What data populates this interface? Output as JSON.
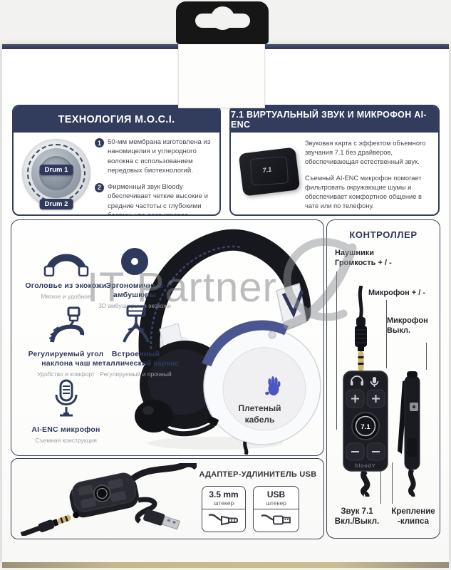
{
  "moci_panel": {
    "title": "ТЕХНОЛОГИЯ M.O.C.I.",
    "drum_labels": [
      "Drum 1",
      "Drum 2"
    ],
    "bullets": [
      {
        "num": "1",
        "text": "50-мм мембрана изготовлена из наномицелия и углеродного волокна с использованием передовых биотехнологий."
      },
      {
        "num": "2",
        "text": "Фирменный звук Bloody обеспечивает четкие высокие и средние частоты с глубокими басами, что дает игровое преимущество."
      }
    ]
  },
  "surround_panel": {
    "title": "7.1 ВИРТУАЛЬНЫЙ ЗВУК И МИКРОФОН AI-ENC",
    "soundcard_label": "7.1",
    "paragraphs": [
      "Звуковая карта с эффектом объемного звучания 7.1 без драйверов, обеспечивающая естественный звук.",
      "Съемный AI-ENC микрофон помогает фильтровать окружающие шумы и обеспечивает комфортное общение в чате или по телефону."
    ]
  },
  "features_panel": {
    "items": [
      {
        "icon": "headband-icon",
        "title": "Оголовье из экокожи",
        "subtitle": "Мягкое и удобное"
      },
      {
        "icon": "ear-cushion-icon",
        "title": "Эргономичные амбушюры",
        "subtitle": "3D амбушюры из экокожи"
      },
      {
        "icon": "tilt-adjust-icon",
        "title": "Регулируемый угол\nнаклона чаш",
        "subtitle": "Удобство и комфорт"
      },
      {
        "icon": "metal-frame-icon",
        "title": "Встроенный\nметаллический каркас",
        "subtitle": "Регулируемый и прочный"
      },
      {
        "icon": "microphone-icon",
        "title": "AI-ENC микрофон",
        "subtitle": "Съемная конструкция"
      }
    ],
    "cable_label": "Плетеный\nкабель"
  },
  "controller_panel": {
    "title": "КОНТРОЛЛЕР",
    "labels": {
      "headphones": "Наушники\nГромкость + / -",
      "mic_volume": "Микрофон + / -",
      "mic_mute": "Микрофон\nВыкл.",
      "sound_toggle": "Звук 7.1\nВкл./Выкл.",
      "clip": "Крепление\n-клипса"
    },
    "device": {
      "center_button": "7.1",
      "brand": "bloodY"
    }
  },
  "adapter_panel": {
    "title": "АДАПТЕР-УДЛИНИТЕЛЬ USB",
    "connectors": [
      {
        "name": "3.5 mm",
        "type": "штекер"
      },
      {
        "name": "USB",
        "type": "штекер"
      }
    ]
  },
  "watermark": {
    "text": "IT Partner"
  },
  "colors": {
    "navy": "#2e3a5c",
    "logo_blue": "#4d55c0"
  }
}
